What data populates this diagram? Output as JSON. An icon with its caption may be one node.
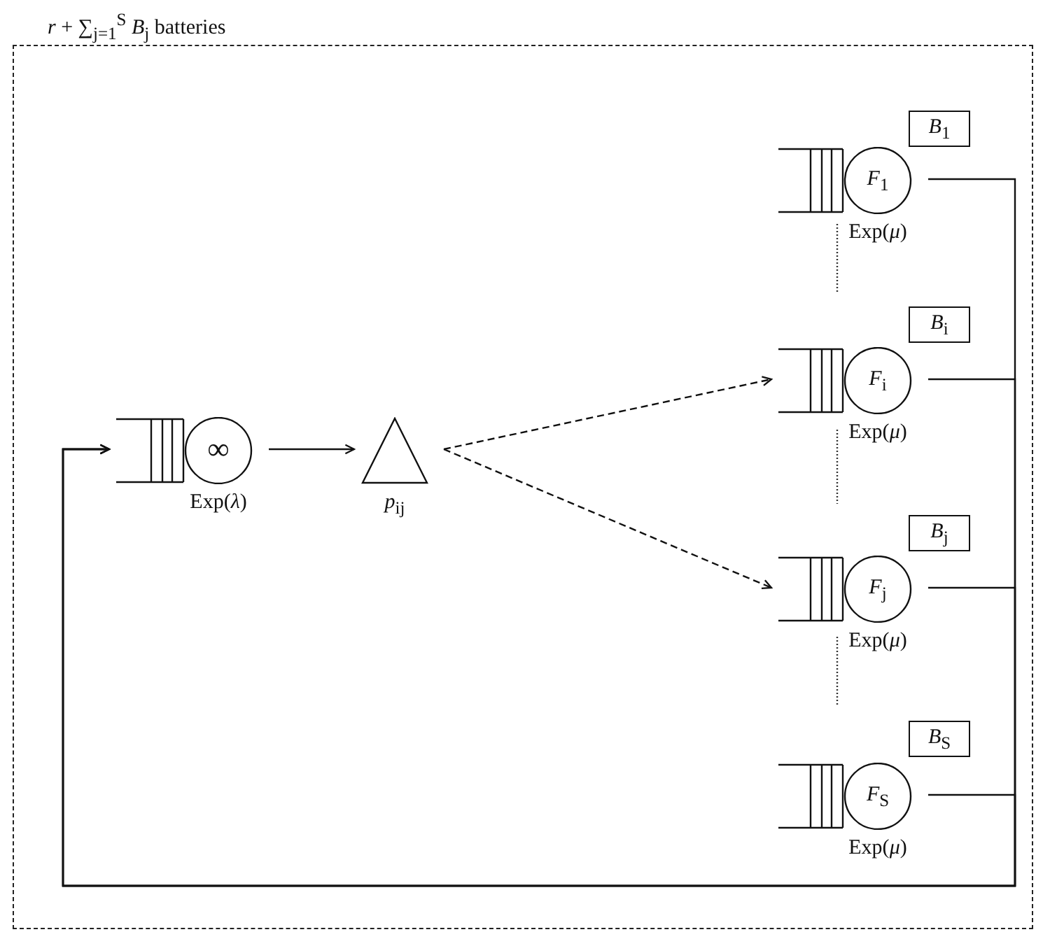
{
  "diagram": {
    "nodes": [
      {
        "text": [
          "*r* + ∑$_{j=1}$$^{S}$ *B*$_{j}$ batteries"
        ]
      },
      {
        "text": [
          "∞"
        ],
        "beside": [
          "Exp(*λ*)"
        ],
        "in": 0
      },
      {
        "text": [
          "*p*$_{ij}$"
        ],
        "in": 0
      },
      {
        "text": [
          "*B*$_{1}$"
        ],
        "in": 0
      },
      {
        "text": [
          "*F*$_{1}$"
        ],
        "beside": [
          "Exp(*μ*)"
        ],
        "in": 0
      },
      {
        "text": [
          "*B*$_{i}$"
        ],
        "in": 0
      },
      {
        "text": [
          "*F*$_{i}$"
        ],
        "beside": [
          "Exp(*μ*)"
        ],
        "in": 0
      },
      {
        "text": [
          "*B*$_{j}$"
        ],
        "in": 0
      },
      {
        "text": [
          "*F*$_{j}$"
        ],
        "beside": [
          "Exp(*μ*)"
        ],
        "in": 0
      },
      {
        "text": [
          "*B*$_{S}$"
        ],
        "in": 0
      },
      {
        "text": [
          "*F*$_{S}$"
        ],
        "beside": [
          "Exp(*μ*)"
        ],
        "in": 0
      }
    ],
    "edges": [
      {
        "from": 1,
        "to": 2,
        "arrow": "to"
      },
      {
        "from": 2,
        "to": 6,
        "arrow": "to",
        "style": "dashed"
      },
      {
        "from": 2,
        "to": 8,
        "arrow": "to",
        "style": "dashed"
      },
      {
        "from": 4,
        "to": 1,
        "arrow": "to"
      },
      {
        "from": 6,
        "to": 1,
        "arrow": "to"
      },
      {
        "from": 8,
        "to": 1,
        "arrow": "to"
      },
      {
        "from": 10,
        "to": 1,
        "arrow": "to"
      }
    ]
  }
}
